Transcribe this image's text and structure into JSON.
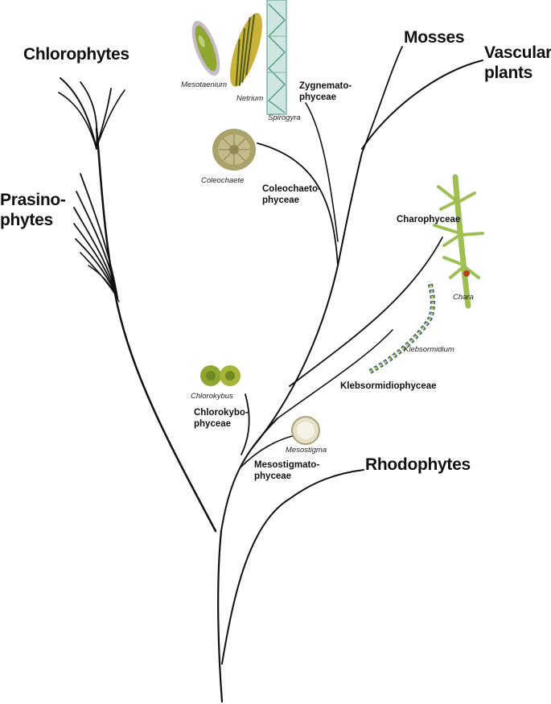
{
  "groups": {
    "chlorophytes": "Chlorophytes",
    "prasinophytes_line1": "Prasino-",
    "prasinophytes_line2": "phytes",
    "mosses": "Mosses",
    "vascular_line1": "Vascular",
    "vascular_line2": "plants",
    "rhodophytes": "Rhodophytes"
  },
  "classes": {
    "zygnemato_line1": "Zygnemato-",
    "zygnemato_line2": "phyceae",
    "coleochaeto_line1": "Coleochaeto-",
    "coleochaeto_line2": "phyceae",
    "charophyceae": "Charophyceae",
    "klebsormidio": "Klebsormidiophyceae",
    "chlorokybo_line1": "Chlorokybo-",
    "chlorokybo_line2": "phyceae",
    "mesostigmato_line1": "Mesostigmato-",
    "mesostigmato_line2": "phyceae"
  },
  "organisms": {
    "mesotaenium": "Mesotaenium",
    "netrium": "Netrium",
    "spirogyra": "Spirogyra",
    "coleochaete": "Coleochaete",
    "chara": "Chara",
    "klebsormidium": "Klebsormidium",
    "chlorokybus": "Chlorokybus",
    "mesostigma": "Mesostigma"
  },
  "colors": {
    "branch": "#111111",
    "algae_green": "#8fa630",
    "algae_yellow": "#c8b23a",
    "chara_stem": "#9fbf55",
    "spirogyra": "#7fb4a8",
    "klebs_blue": "#3b5b7a",
    "chara_red": "#b5401c"
  }
}
